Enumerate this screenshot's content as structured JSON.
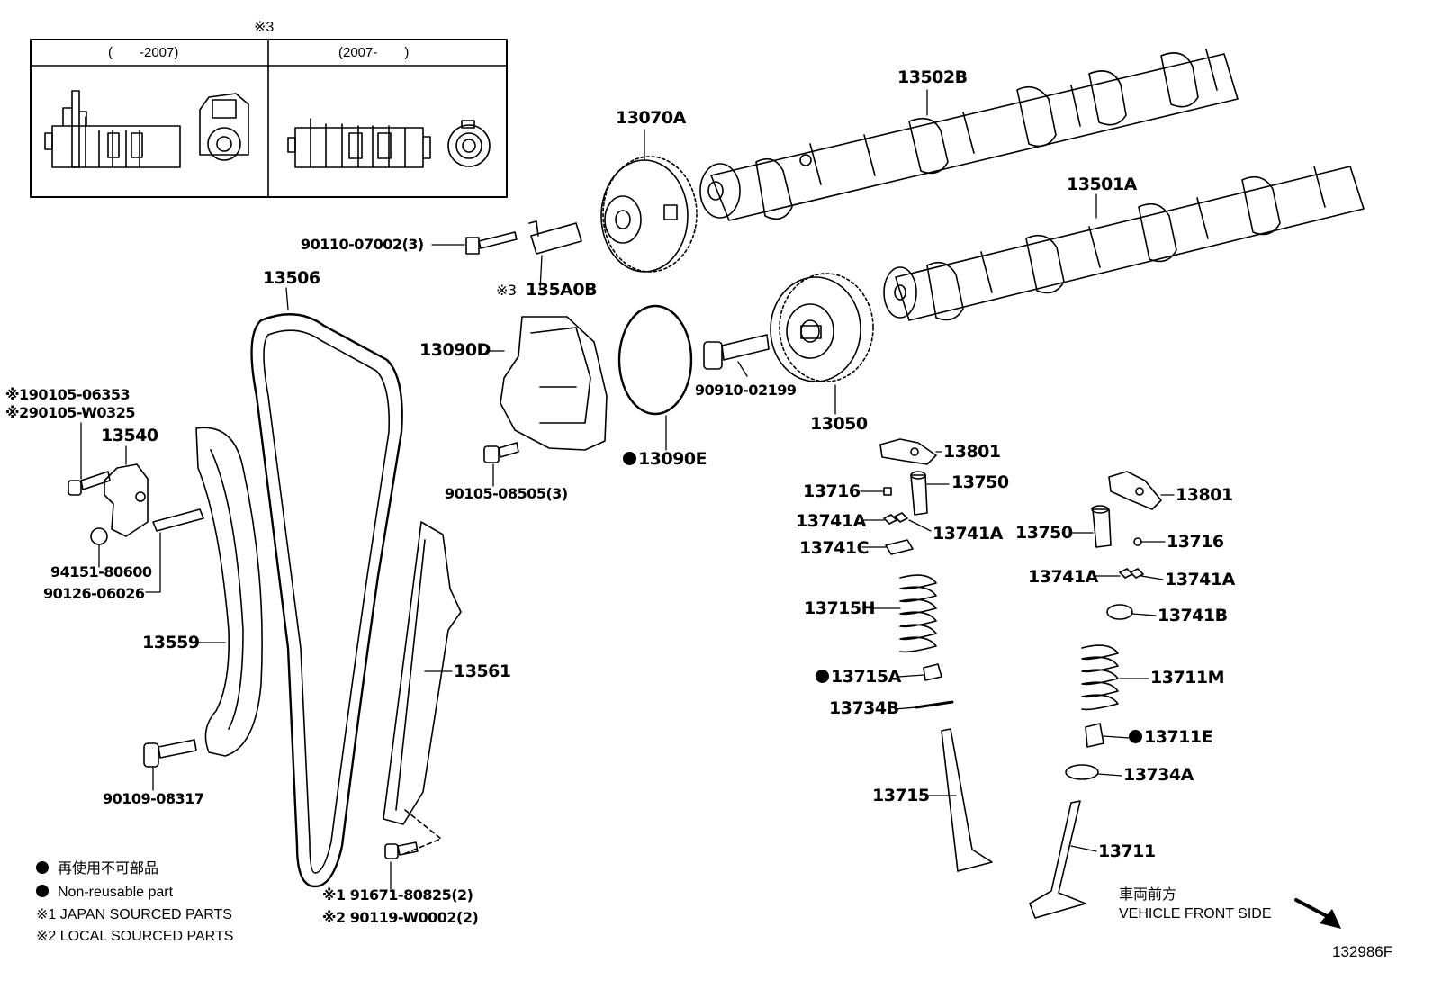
{
  "inset": {
    "note": "※3",
    "left_header": "(　　-2007)",
    "right_header": "(2007-　　)"
  },
  "parts": {
    "p13502B": "13502B",
    "p13501A": "13501A",
    "p13070A": "13070A",
    "p90110": "90110-07002(3)",
    "p135A0B_note": "※3",
    "p135A0B": "135A0B",
    "p13506": "13506",
    "p13090D": "13090D",
    "p90910": "90910-02199",
    "p13050": "13050",
    "p13090E": "13090E",
    "p90105_08505": "90105-08505(3)",
    "p90105_06353": "※190105-06353",
    "p90105_W0325": "※290105-W0325",
    "p13540": "13540",
    "p94151": "94151-80600",
    "p90126": "90126-06026",
    "p13559": "13559",
    "p13561": "13561",
    "p90109": "90109-08317",
    "p91671": "※1 91671-80825(2)",
    "p90119": "※2 90119-W0002(2)",
    "p13801_l": "13801",
    "p13716_l": "13716",
    "p13750_l": "13750",
    "p13741A_l1": "13741A",
    "p13741A_l2": "13741A",
    "p13741C": "13741C",
    "p13715H": "13715H",
    "p13715A": "13715A",
    "p13734B": "13734B",
    "p13715": "13715",
    "p13801_r": "13801",
    "p13750_r": "13750",
    "p13716_r": "13716",
    "p13741A_r1": "13741A",
    "p13741A_r2": "13741A",
    "p13741B": "13741B",
    "p13711M": "13711M",
    "p13711E": "13711E",
    "p13734A": "13734A",
    "p13711": "13711"
  },
  "legend": {
    "jp_nonreusable": "再使用不可部品",
    "nonreusable": "Non-reusable part",
    "note1": "※1 JAPAN SOURCED PARTS",
    "note2": "※2 LOCAL SOURCED PARTS"
  },
  "direction": {
    "jp": "車両前方",
    "en": "VEHICLE FRONT SIDE"
  },
  "figure_id": "132986F"
}
